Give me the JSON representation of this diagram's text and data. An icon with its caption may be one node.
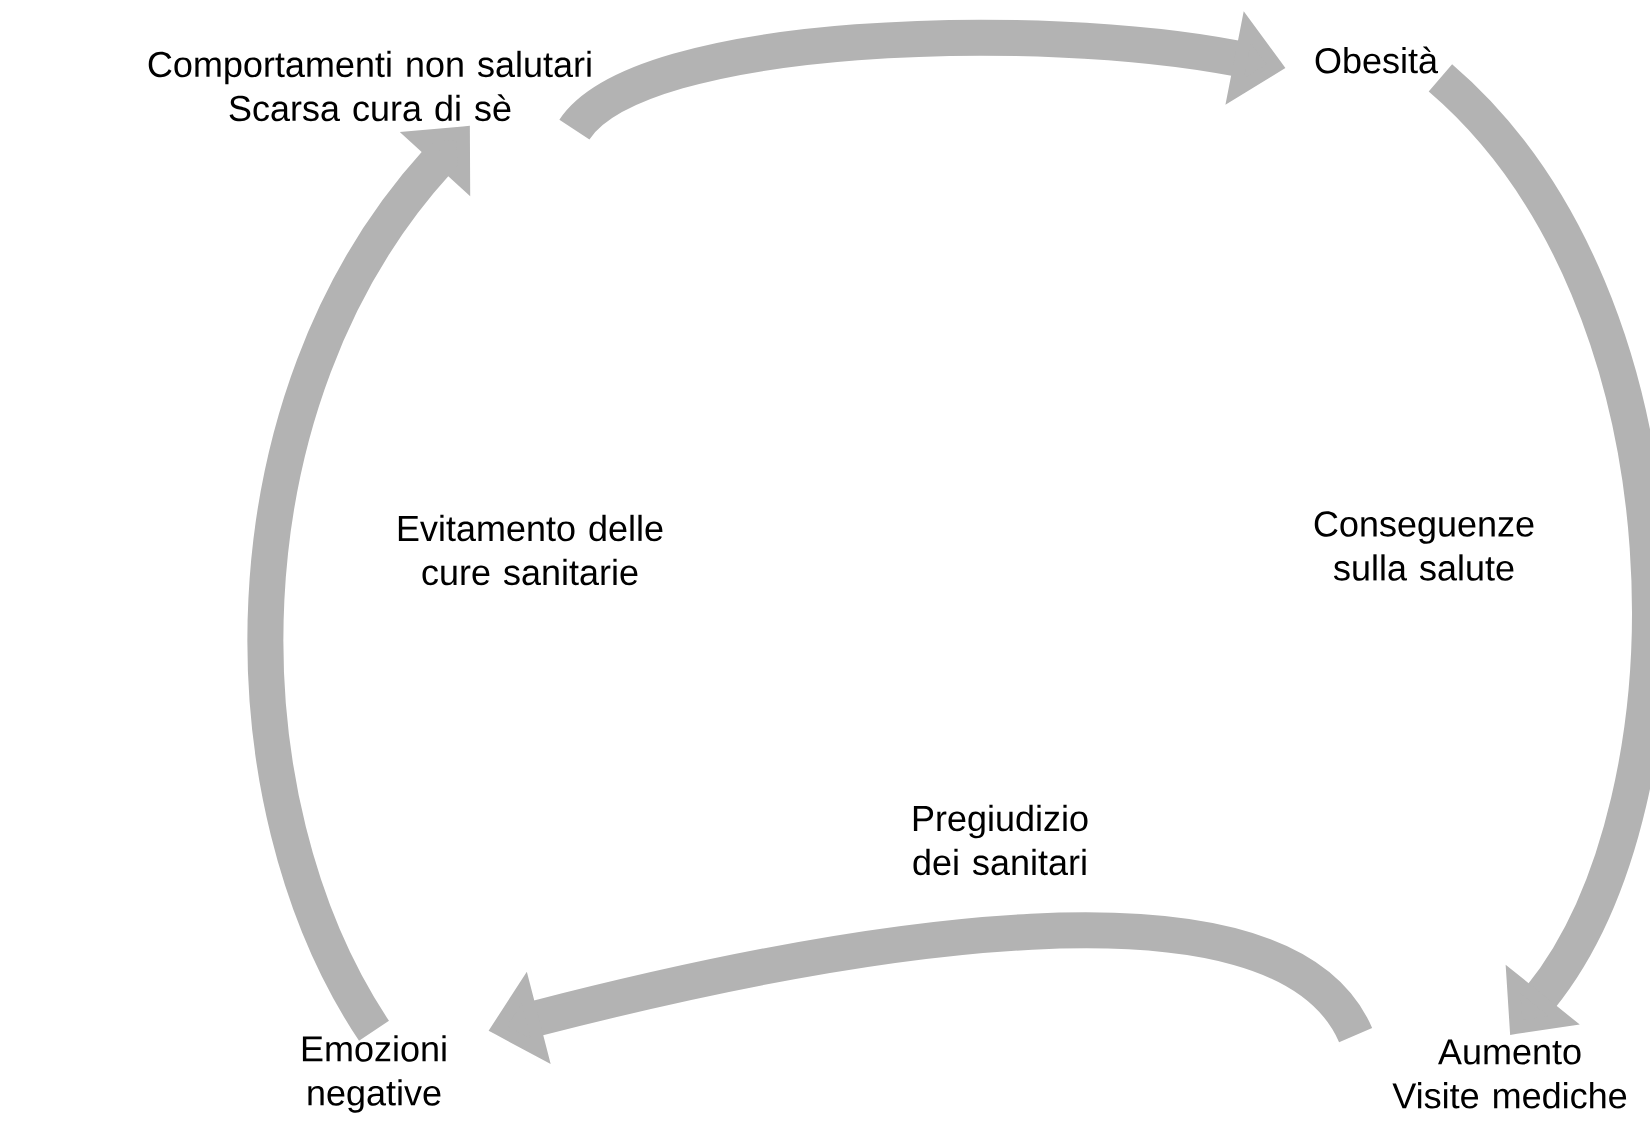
{
  "diagram": {
    "nodes": [
      {
        "text": [
          "Comportamenti non salutari",
          "Scarsa cura di sè"
        ]
      },
      {
        "text": [
          "Obesità"
        ]
      },
      {
        "text": [
          "Aumento",
          "Visite mediche"
        ]
      },
      {
        "text": [
          "Emozioni negative"
        ]
      }
    ],
    "edges": [
      {
        "from": 0,
        "to": 1,
        "arrow": "to"
      },
      {
        "from": 1,
        "to": 2,
        "arrow": "to",
        "label": "Conseguenze sulla salute"
      },
      {
        "from": 2,
        "to": 3,
        "arrow": "to",
        "label": "Pregiudizio dei sanitari"
      },
      {
        "from": 3,
        "to": 0,
        "arrow": "to",
        "label": "Evitamento delle cure sanitarie"
      }
    ]
  }
}
